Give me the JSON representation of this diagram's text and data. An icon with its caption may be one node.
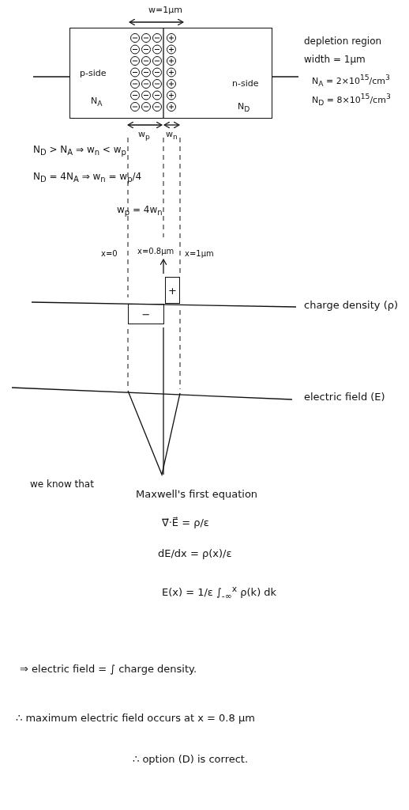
{
  "diagram": {
    "nodes": [
      {
        "text": [
          "p-side",
          "N$_{A}$",
          "n-side",
          "N$_{D}$"
        ]
      },
      {
        "text": [
          "+"
        ]
      },
      {
        "text": [
          "−"
        ]
      }
    ],
    "labels": [
      "w=1μm",
      "depletion region",
      "width = 1μm",
      "N$_{A}$ = 2×10$^{15}$/cm$^{3}$",
      "N$_{D}$ = 8×10$^{15}$/cm$^{3}$",
      "w$_{p}$",
      "w$_{n}$",
      "N$_{D}$ > N$_{A}$ ⇒ w$_{n}$ < w$_{p}$",
      "N$_{D}$ = 4N$_{A}$ ⇒ w$_{n}$ = w$_{p}$/4",
      "w$_{p}$ = 4w$_{n}$",
      "x=0",
      "x=0.8μm",
      "x=1μm",
      "charge density (ρ)",
      "electric field (E)",
      "we know that",
      "Maxwell's first equation",
      "∇⃗·E⃗ = ρ/ε",
      "dE/dx = ρ(x)/ε",
      "E(x) = 1/ε ∫$_{-∞}$$^{x}$ ρ(k) dk",
      "⇒ electric field = ∫ charge density.",
      "∴ maximum electric field occurs at x = 0.8 μm",
      "∴ option (D) is correct."
    ]
  }
}
